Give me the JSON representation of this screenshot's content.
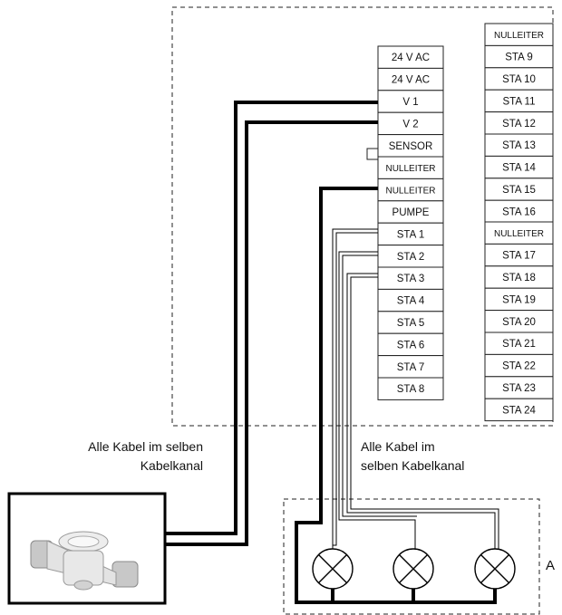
{
  "terminals_main": [
    "24 V AC",
    "24 V AC",
    "V 1",
    "V 2",
    "SENSOR",
    "NULLEITER",
    "NULLEITER",
    "PUMPE",
    "STA 1",
    "STA 2",
    "STA 3",
    "STA 4",
    "STA 5",
    "STA 6",
    "STA 7",
    "STA 8"
  ],
  "terminals_module1": [
    "NULLEITER",
    "STA 9",
    "STA 10",
    "STA 11",
    "STA 12",
    "STA 13",
    "STA 14",
    "STA 15",
    "STA 16"
  ],
  "terminals_module2": [
    "NULLEITER",
    "STA 17",
    "STA 18",
    "STA 19",
    "STA 20",
    "STA 21",
    "STA 22",
    "STA 23",
    "STA 24"
  ],
  "notes": {
    "left_line1": "Alle Kabel im selben",
    "left_line2": "Kabelkanal",
    "right_line1": "Alle Kabel im",
    "right_line2": "selben Kabelkanal"
  },
  "valve_group_label": "A"
}
